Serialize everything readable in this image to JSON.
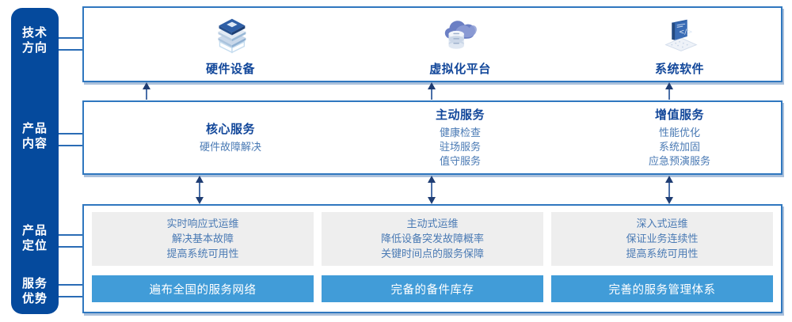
{
  "sidebar": {
    "items": [
      {
        "name": "tech-direction",
        "line1": "技术",
        "line2": "方向"
      },
      {
        "name": "product-content",
        "line1": "产品",
        "line2": "内容"
      },
      {
        "name": "product-position",
        "line1": "产品",
        "line2": "定位"
      },
      {
        "name": "service-advantage",
        "line1": "服务",
        "line2": "优势"
      }
    ]
  },
  "tech_row": {
    "columns": [
      {
        "icon": "server-stack-icon",
        "label": "硬件设备"
      },
      {
        "icon": "cloud-database-icon",
        "label": "虚拟化平台"
      },
      {
        "icon": "laptop-code-icon",
        "label": "系统软件"
      }
    ]
  },
  "product_content": {
    "columns": [
      {
        "title": "核心服务",
        "lines": [
          "硬件故障解决"
        ]
      },
      {
        "title": "主动服务",
        "lines": [
          "健康检查",
          "驻场服务",
          "值守服务"
        ]
      },
      {
        "title": "增值服务",
        "lines": [
          "性能优化",
          "系统加固",
          "应急预演服务"
        ]
      }
    ]
  },
  "product_position": {
    "boxes": [
      {
        "lines": [
          "实时响应式运维",
          "解决基本故障",
          "提高系统可用性"
        ]
      },
      {
        "lines": [
          "主动式运维",
          "降低设备突发故障概率",
          "关键时间点的服务保障"
        ]
      },
      {
        "lines": [
          "深入式运维",
          "保证业务连续性",
          "提高系统可用性"
        ]
      }
    ]
  },
  "service_advantage": {
    "bars": [
      {
        "label": "遍布全国的服务网络"
      },
      {
        "label": "完备的备件库存"
      },
      {
        "label": "完善的服务管理体系"
      }
    ]
  },
  "colors": {
    "sidebar_blue": "#054a9d",
    "border_blue": "#2f77bf",
    "bar_blue": "#419cd8",
    "title_blue": "#12479a",
    "body_blue": "#4a7ab4",
    "gray_box": "#eeeeee"
  }
}
